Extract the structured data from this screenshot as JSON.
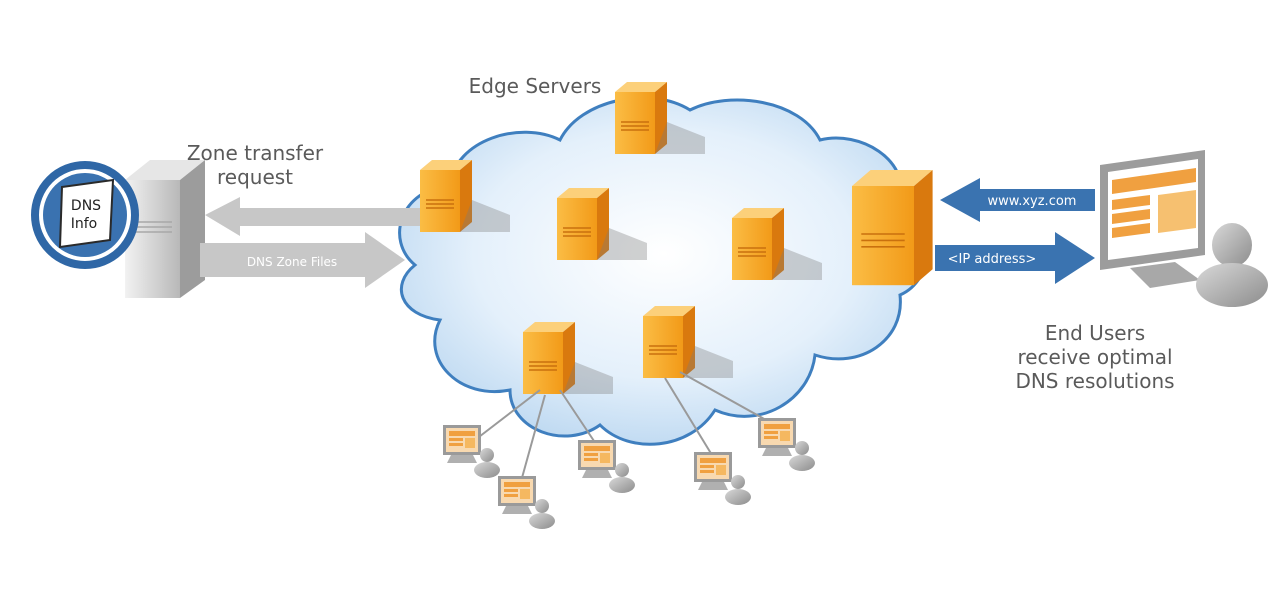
{
  "labels": {
    "edge_servers": "Edge Servers",
    "zone_transfer_line1": "Zone transfer",
    "zone_transfer_line2": "request",
    "dns_zone_files": "DNS Zone Files",
    "dns_info_line1": "DNS",
    "dns_info_line2": "Info",
    "www": "www.xyz.com",
    "ip_address": "<IP address>",
    "end_users_line1": "End Users",
    "end_users_line2": "receive optimal",
    "end_users_line3": "DNS resolutions"
  },
  "colors": {
    "server_orange": "#f5a21c",
    "server_orange_dark": "#d9790e",
    "cloud_blue": "#cfe3f5",
    "cloud_edge": "#3f7fbf",
    "arrow_blue": "#3a73b0",
    "arrow_gray": "#c4c4c4",
    "text_gray": "#5a5a5a"
  }
}
